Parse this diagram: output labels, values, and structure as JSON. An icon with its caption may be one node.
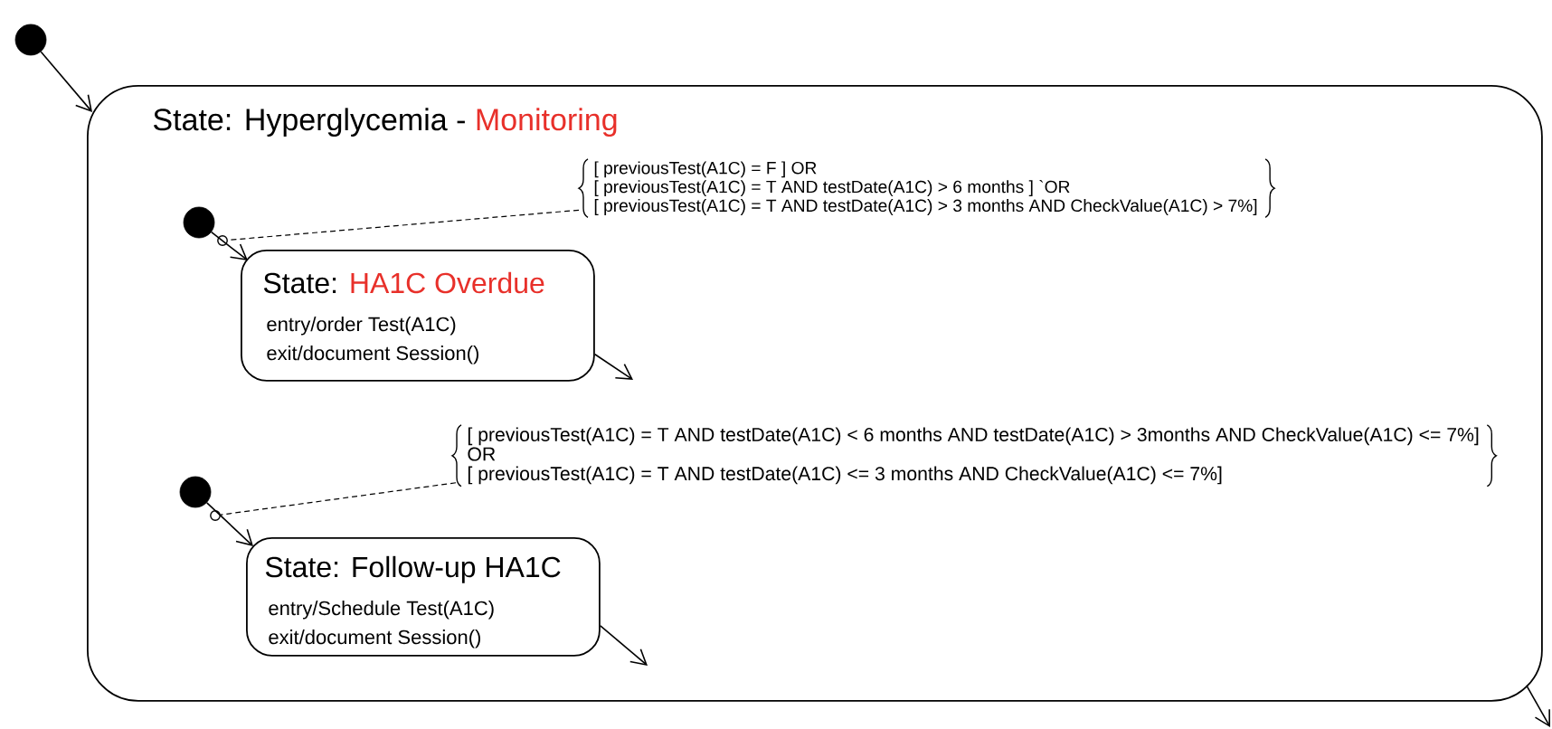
{
  "diagram": {
    "nodes": [
      {
        "text": [],
        "shape": "circle"
      },
      {
        "text": [
          "State: Hyperglycemia -",
          "Monitoring"
        ]
      },
      {
        "text": [],
        "shape": "circle",
        "in": 1
      },
      {
        "text": [
          "State:",
          "HA1C Overdue",
          "entry/order Test(A1C)",
          "exit/document Session()"
        ],
        "in": 1
      },
      {
        "text": [
          "[ previousTest(A1C) = F ] OR",
          "[ previousTest(A1C) = T AND testDate(A1C) > 6 months ] `OR",
          "[ previousTest(A1C) = T AND testDate(A1C) > 3 months AND CheckValue(A1C) > 7%]"
        ],
        "in": 1
      },
      {
        "text": [],
        "shape": "circle",
        "in": 1
      },
      {
        "text": [
          "State: Follow-up HA1C",
          "entry/Schedule Test(A1C)",
          "exit/document Session()"
        ],
        "in": 1
      },
      {
        "text": [
          "[ previousTest(A1C) = T AND testDate(A1C) < 6 months AND testDate(A1C) > 3months AND CheckValue(A1C) <= 7%]",
          "OR",
          "[ previousTest(A1C) = T AND testDate(A1C) <= 3 months AND CheckValue(A1C) <= 7%]"
        ],
        "in": 1
      },
      {
        "text": [],
        "shape": "circle",
        "in": 1
      },
      {
        "text": [],
        "shape": "circle",
        "in": 1
      }
    ],
    "edges": [
      {
        "from": 0,
        "to": 1,
        "arrow": "to"
      },
      {
        "from": 2,
        "to": 3,
        "arrow": "to"
      },
      {
        "from": 3,
        "to": null,
        "arrow": "to"
      },
      {
        "from": 4,
        "to": 8,
        "arrow": "none",
        "style": "dashed"
      },
      {
        "from": 5,
        "to": 6,
        "arrow": "to"
      },
      {
        "from": 6,
        "to": null,
        "arrow": "to"
      },
      {
        "from": 7,
        "to": 9,
        "arrow": "none",
        "style": "dashed"
      },
      {
        "from": 1,
        "to": null,
        "arrow": "to"
      }
    ]
  }
}
